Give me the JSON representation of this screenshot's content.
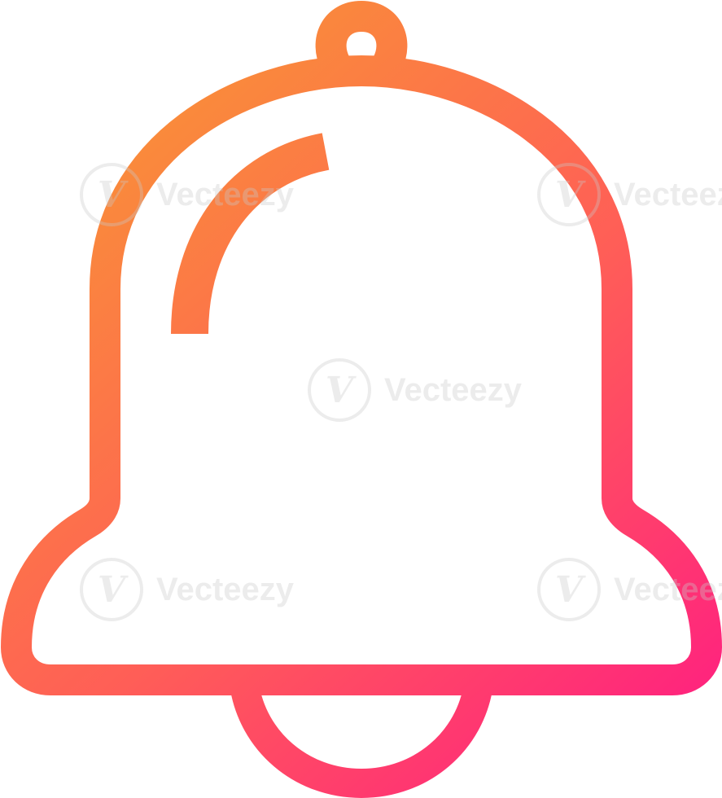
{
  "icon": {
    "name": "bell-icon",
    "style": "outline",
    "gradient": {
      "start_color": "#F7A12D",
      "mid_color": "#FF5E57",
      "end_color": "#FF1786"
    }
  },
  "watermark": {
    "text": "Vecteezy",
    "logo_letter": "V",
    "color": "#C8C8C8"
  }
}
